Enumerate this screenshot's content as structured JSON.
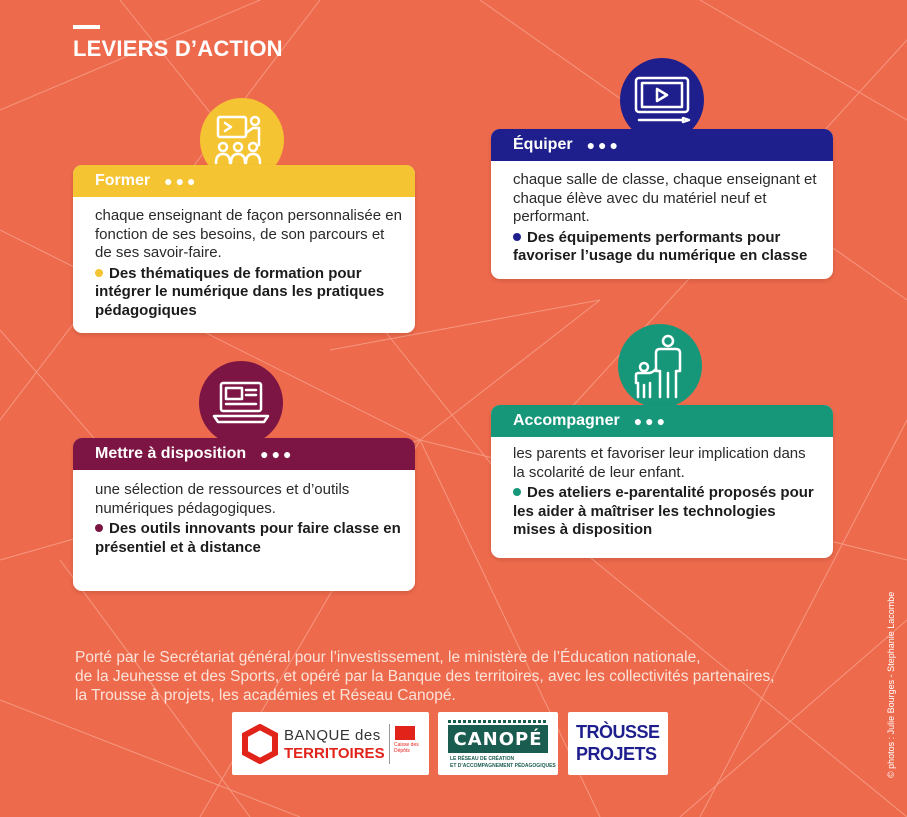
{
  "title": "LEVIERS D’ACTION",
  "colors": {
    "background": "#ee6a4c",
    "former": "#f5c432",
    "equiper": "#1e1f8c",
    "mettre": "#7c1543",
    "accompagner": "#17977a"
  },
  "cards": {
    "former": {
      "title": "Former",
      "dots": "●●●",
      "description": "chaque enseignant de façon personnalisée en fonction de ses besoins, de son parcours et de ses savoir-faire.",
      "highlight": "Des thématiques de formation pour intégrer le numérique dans les pratiques pédagogiques",
      "icon": "teacher-presentation-icon"
    },
    "equiper": {
      "title": "Équiper",
      "dots": "●●●",
      "description": "chaque salle de classe, chaque enseignant et chaque élève avec du matériel neuf et performant.",
      "highlight": "Des équipements performants pour favoriser l’usage du numérique en classe",
      "icon": "tablet-stylus-icon"
    },
    "mettre": {
      "title": "Mettre à disposition",
      "dots": "●●●",
      "description": "une sélection de ressources et d’outils numériques pédagogiques.",
      "highlight": "Des outils innovants pour faire classe en présentiel et à distance",
      "icon": "laptop-icon"
    },
    "accompagner": {
      "title": "Accompagner",
      "dots": "●●●",
      "description": "les parents et favoriser leur implication dans la scolarité de leur enfant.",
      "highlight": "Des ateliers e-parentalité proposés pour les aider à maîtriser les technologies mises à disposition",
      "icon": "parent-child-icon"
    }
  },
  "footer": {
    "text": "Porté par le Secrétariat général pour l’investissement, le ministère de l’Éducation nationale,\nde la Jeunesse et des Sports, et opéré par la Banque des territoires, avec les collectivités partenaires,\nla Trousse à projets, les académies et Réseau Canopé."
  },
  "logos": {
    "banque": {
      "line1": "BANQUE des",
      "line2": "TERRITOIRES",
      "sub": "Caisse des Dépôts"
    },
    "canope": {
      "name": "CANOPÉ",
      "tagline1": "LE RÉSEAU DE CRÉATION",
      "tagline2": "ET D’ACCOMPAGNEMENT PÉDAGOGIQUES"
    },
    "trousse": {
      "line1": "TRÒUSSE",
      "line2": "PROJETS"
    }
  },
  "credit": "© photos : Julie Bourges - Stephanie Lacombe"
}
